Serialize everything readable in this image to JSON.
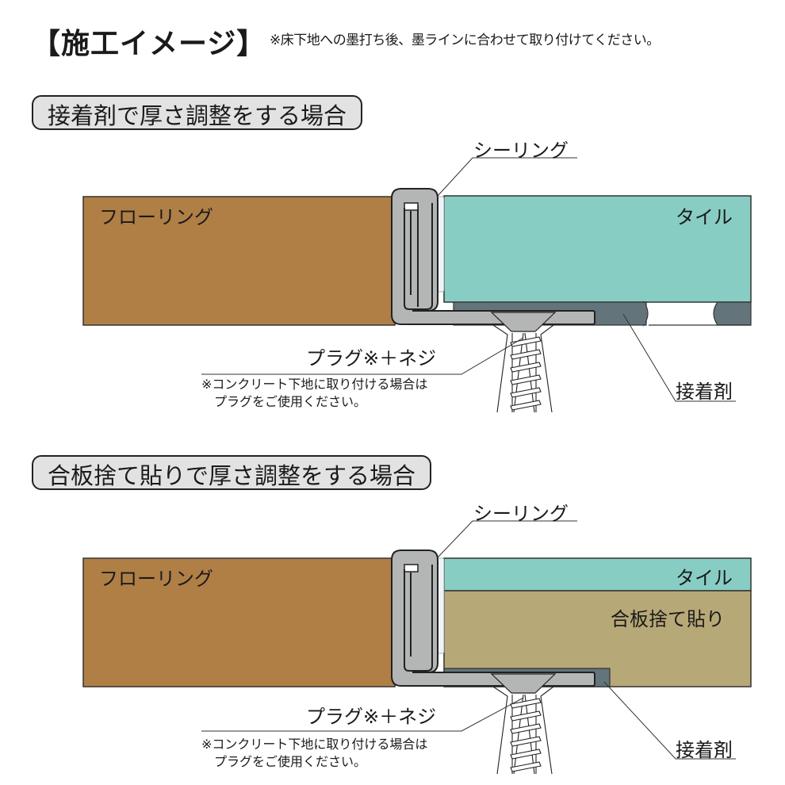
{
  "header": {
    "title": "【施工イメージ】",
    "note": "※床下地への墨打ち後、墨ラインに合わせて取り付けてください。"
  },
  "colors": {
    "flooring": "#b07f46",
    "tile": "#88cdc3",
    "plywood": "#b7a877",
    "adhesive": "#63747a",
    "profile": "#b4b5b5",
    "sealant": "#eef3f8",
    "section_label_bg": "#e2e2e2"
  },
  "sections": [
    {
      "label": "接着剤で厚さ調整をする場合",
      "flooring": "フローリング",
      "sealing": "シーリング",
      "tile": "タイル",
      "adhesive": "接着剤",
      "screw": "プラグ※＋ネジ",
      "screw_note_1": "※コンクリート下地に取り付ける場合は",
      "screw_note_2": "プラグをご使用ください。"
    },
    {
      "label": "合板捨て貼りで厚さ調整をする場合",
      "flooring": "フローリング",
      "sealing": "シーリング",
      "tile": "タイル",
      "plywood": "合板捨て貼り",
      "adhesive": "接着剤",
      "screw": "プラグ※＋ネジ",
      "screw_note_1": "※コンクリート下地に取り付ける場合は",
      "screw_note_2": "プラグをご使用ください。"
    }
  ]
}
